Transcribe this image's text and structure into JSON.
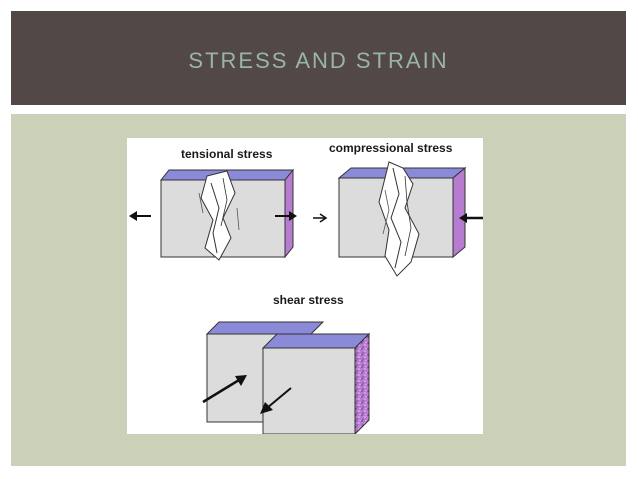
{
  "slide": {
    "title": "STRESS AND STRAIN"
  },
  "figure": {
    "labels": {
      "tensional": "tensional stress",
      "compressional": "compressional stress",
      "shear": "shear stress"
    }
  },
  "colors": {
    "title_bar": "#524848",
    "title_text": "#9ab4a9",
    "content_background": "#cbd0b9",
    "block_front": "#dcdcdc",
    "block_top": "#8a8ad8",
    "block_side": "#b77bd0"
  }
}
